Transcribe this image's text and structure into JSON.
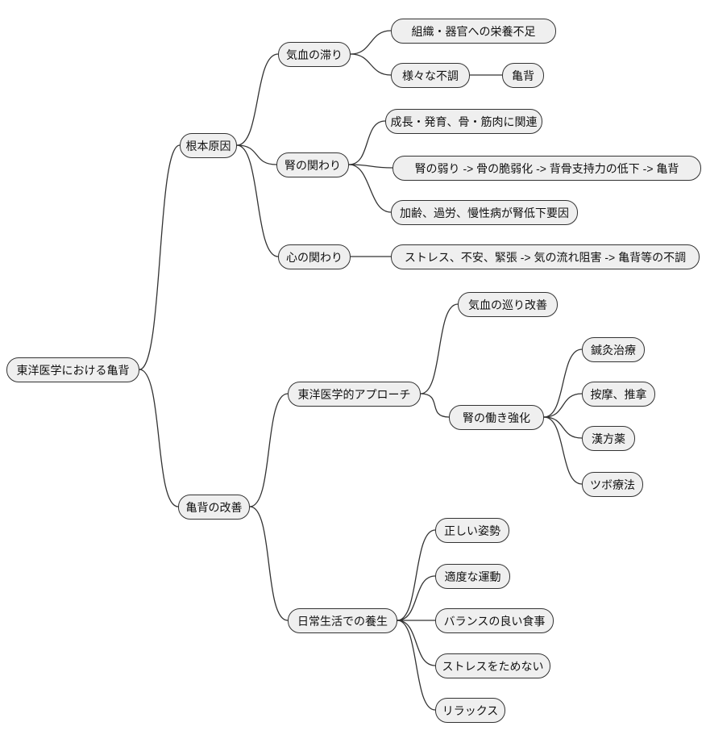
{
  "diagram": {
    "type": "mindmap",
    "title": "東洋医学における亀背",
    "colors": {
      "node_fill": "#efefef",
      "node_border": "#333333",
      "edge_stroke": "#333333",
      "background": "#ffffff",
      "text": "#111111"
    }
  },
  "nodes": {
    "root": {
      "label": "東洋医学における亀背"
    },
    "causes": {
      "label": "根本原因"
    },
    "stagnation": {
      "label": "気血の滞り"
    },
    "nutrition": {
      "label": "組織・器官への栄養不足"
    },
    "disorders": {
      "label": "様々な不調"
    },
    "kyphosis": {
      "label": "亀背"
    },
    "kidney": {
      "label": "腎の関わり"
    },
    "growth": {
      "label": "成長・発育、骨・筋肉に関連"
    },
    "chain": {
      "label": "腎の弱り -> 骨の脆弱化 -> 背骨支持力の低下 -> 亀背"
    },
    "aging": {
      "label": "加齢、過労、慢性病が腎低下要因"
    },
    "mind": {
      "label": "心の関わり"
    },
    "stressChain": {
      "label": "ストレス、不安、緊張 -> 気の流れ阻害 -> 亀背等の不調"
    },
    "improvement": {
      "label": "亀背の改善"
    },
    "approach": {
      "label": "東洋医学的アプローチ"
    },
    "circulation": {
      "label": "気血の巡り改善"
    },
    "strengthen": {
      "label": "腎の働き強化"
    },
    "acupuncture": {
      "label": "鍼灸治療"
    },
    "massage": {
      "label": "按摩、推拿"
    },
    "herbal": {
      "label": "漢方薬"
    },
    "tsubo": {
      "label": "ツボ療法"
    },
    "daily": {
      "label": "日常生活での養生"
    },
    "posture": {
      "label": "正しい姿勢"
    },
    "exercise": {
      "label": "適度な運動"
    },
    "diet": {
      "label": "バランスの良い食事"
    },
    "stressFree": {
      "label": "ストレスをためない"
    },
    "relax": {
      "label": "リラックス"
    }
  },
  "edges": [
    {
      "from": "root",
      "to": "causes"
    },
    {
      "from": "root",
      "to": "improvement"
    },
    {
      "from": "causes",
      "to": "stagnation"
    },
    {
      "from": "causes",
      "to": "kidney"
    },
    {
      "from": "causes",
      "to": "mind"
    },
    {
      "from": "stagnation",
      "to": "nutrition"
    },
    {
      "from": "stagnation",
      "to": "disorders"
    },
    {
      "from": "disorders",
      "to": "kyphosis"
    },
    {
      "from": "kidney",
      "to": "growth"
    },
    {
      "from": "kidney",
      "to": "chain"
    },
    {
      "from": "kidney",
      "to": "aging"
    },
    {
      "from": "mind",
      "to": "stressChain"
    },
    {
      "from": "improvement",
      "to": "approach"
    },
    {
      "from": "improvement",
      "to": "daily"
    },
    {
      "from": "approach",
      "to": "circulation"
    },
    {
      "from": "approach",
      "to": "strengthen"
    },
    {
      "from": "strengthen",
      "to": "acupuncture"
    },
    {
      "from": "strengthen",
      "to": "massage"
    },
    {
      "from": "strengthen",
      "to": "herbal"
    },
    {
      "from": "strengthen",
      "to": "tsubo"
    },
    {
      "from": "daily",
      "to": "posture"
    },
    {
      "from": "daily",
      "to": "exercise"
    },
    {
      "from": "daily",
      "to": "diet"
    },
    {
      "from": "daily",
      "to": "stressFree"
    },
    {
      "from": "daily",
      "to": "relax"
    }
  ]
}
